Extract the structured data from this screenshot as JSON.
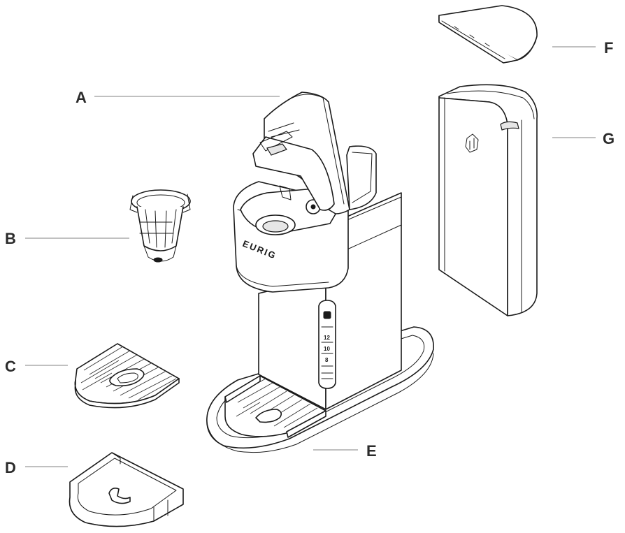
{
  "callouts": [
    {
      "id": "A",
      "label": "A"
    },
    {
      "id": "B",
      "label": "B"
    },
    {
      "id": "C",
      "label": "C"
    },
    {
      "id": "D",
      "label": "D"
    },
    {
      "id": "E",
      "label": "E"
    },
    {
      "id": "F",
      "label": "F"
    },
    {
      "id": "G",
      "label": "G"
    }
  ],
  "brand_text": "EURIG",
  "water_gauge": {
    "markings": [
      "12",
      "10",
      "8"
    ]
  }
}
